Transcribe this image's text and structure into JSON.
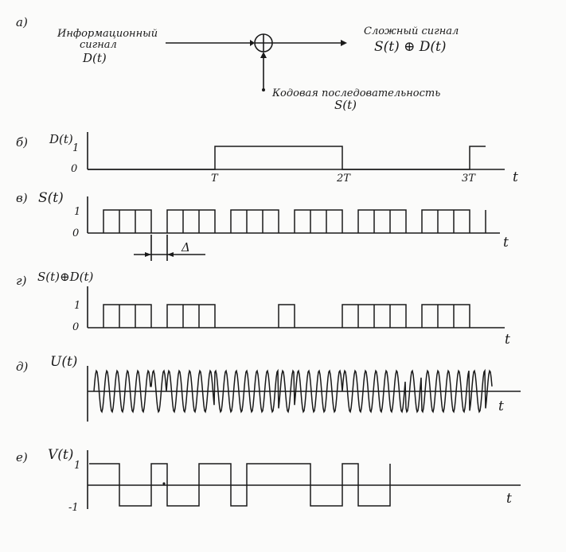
{
  "block_diagram": {
    "label": "а)",
    "info_signal": [
      "Информационный",
      "сигнал",
      "D(t)"
    ],
    "complex_signal": [
      "Сложный сигнал",
      "S(t) ⊕ D(t)"
    ],
    "code_sequence": [
      "Кодовая последовательность",
      "S(t)"
    ]
  },
  "panels": {
    "b": {
      "label": "б)",
      "ylabel": "D(t)",
      "ytick_hi": "1",
      "ytick_lo": "0",
      "xlabel": "t",
      "xticks": [
        "T",
        "2T",
        "3T"
      ],
      "segments": [
        [
          0,
          2,
          0
        ],
        [
          2,
          4,
          1
        ],
        [
          4,
          6,
          0
        ],
        [
          6,
          6.25,
          1
        ]
      ]
    },
    "v": {
      "label": "в)",
      "ylabel": "S(t)",
      "ytick_hi": "1",
      "ytick_lo": "0",
      "xlabel": "t",
      "delta": "Δ",
      "period_bits": [
        1,
        1,
        1,
        0
      ],
      "periods": 6
    },
    "g": {
      "label": "г)",
      "ylabel": "S(t)⊕D(t)",
      "ytick_hi": "1",
      "ytick_lo": "0",
      "xlabel": "t",
      "bits": [
        1,
        1,
        1,
        0,
        1,
        1,
        1,
        0,
        0,
        0,
        0,
        1,
        0,
        0,
        0,
        1,
        1,
        1,
        1,
        0,
        1,
        1,
        1,
        0
      ]
    },
    "d": {
      "label": "д)",
      "ylabel": "U(t)",
      "xlabel": "t"
    },
    "e": {
      "label": "е)",
      "ylabel": "V(t)",
      "ytick_hi": "1",
      "ytick_lo": "-1",
      "xlabel": "t",
      "levels": [
        1,
        -1,
        -1,
        1,
        -1,
        -1,
        1,
        1,
        -1,
        1,
        1,
        1,
        1,
        -1,
        -1,
        1,
        -1,
        -1
      ]
    }
  }
}
